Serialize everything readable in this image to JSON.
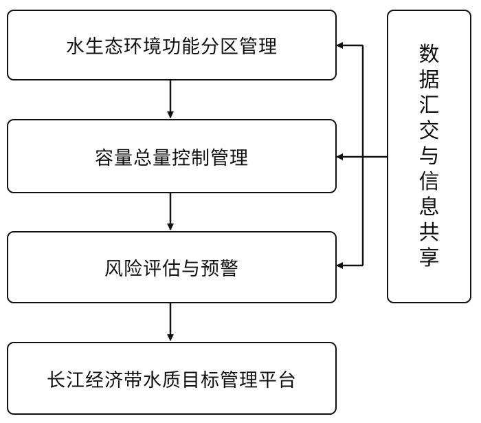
{
  "diagram": {
    "boxes": [
      {
        "id": "box-1",
        "label": "水生态环境功能分区管理"
      },
      {
        "id": "box-2",
        "label": "容量总量控制管理"
      },
      {
        "id": "box-3",
        "label": "风险评估与预警"
      },
      {
        "id": "box-4",
        "label": "长江经济带水质目标管理平台"
      }
    ],
    "side_box": {
      "label": "数据汇交与信息共享",
      "chars": [
        "数",
        "据",
        "汇",
        "交",
        "与",
        "信",
        "息",
        "共",
        "享"
      ]
    },
    "line_color": "#111111"
  }
}
